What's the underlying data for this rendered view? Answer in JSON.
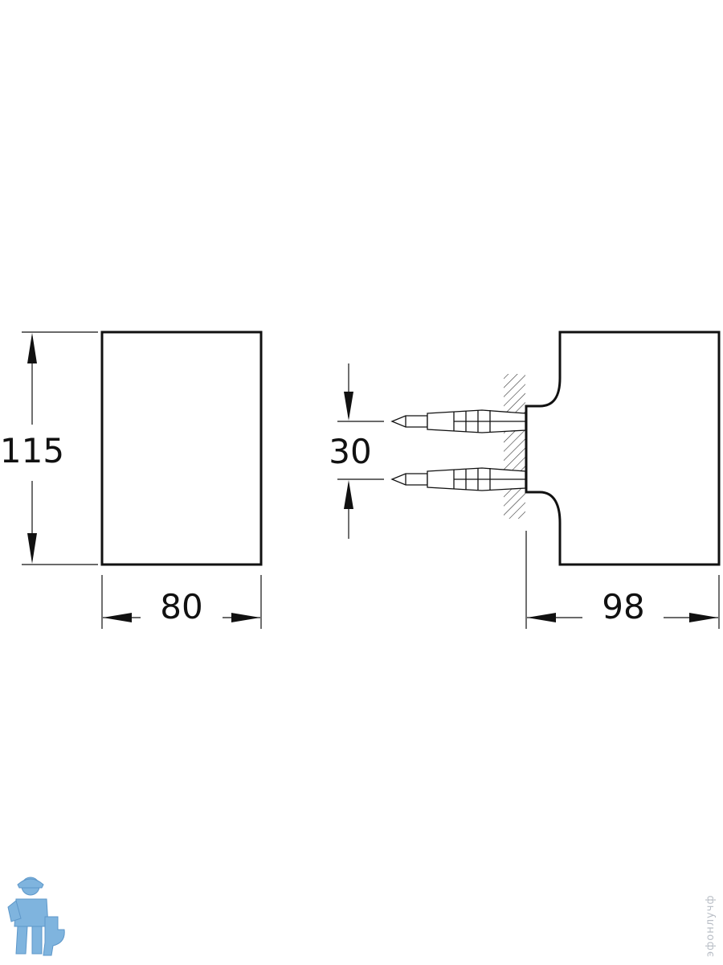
{
  "front_view": {
    "height_label": "115",
    "width_label": "80"
  },
  "side_view": {
    "depth_label": "98",
    "fixing_spacing_label": "30"
  },
  "watermark": {
    "vertical_text": "эфонлучф",
    "mascot_icon": "plumber-with-toilet-icon",
    "color": "#7fb4de"
  },
  "colors": {
    "line": "#111111",
    "background": "#ffffff"
  }
}
